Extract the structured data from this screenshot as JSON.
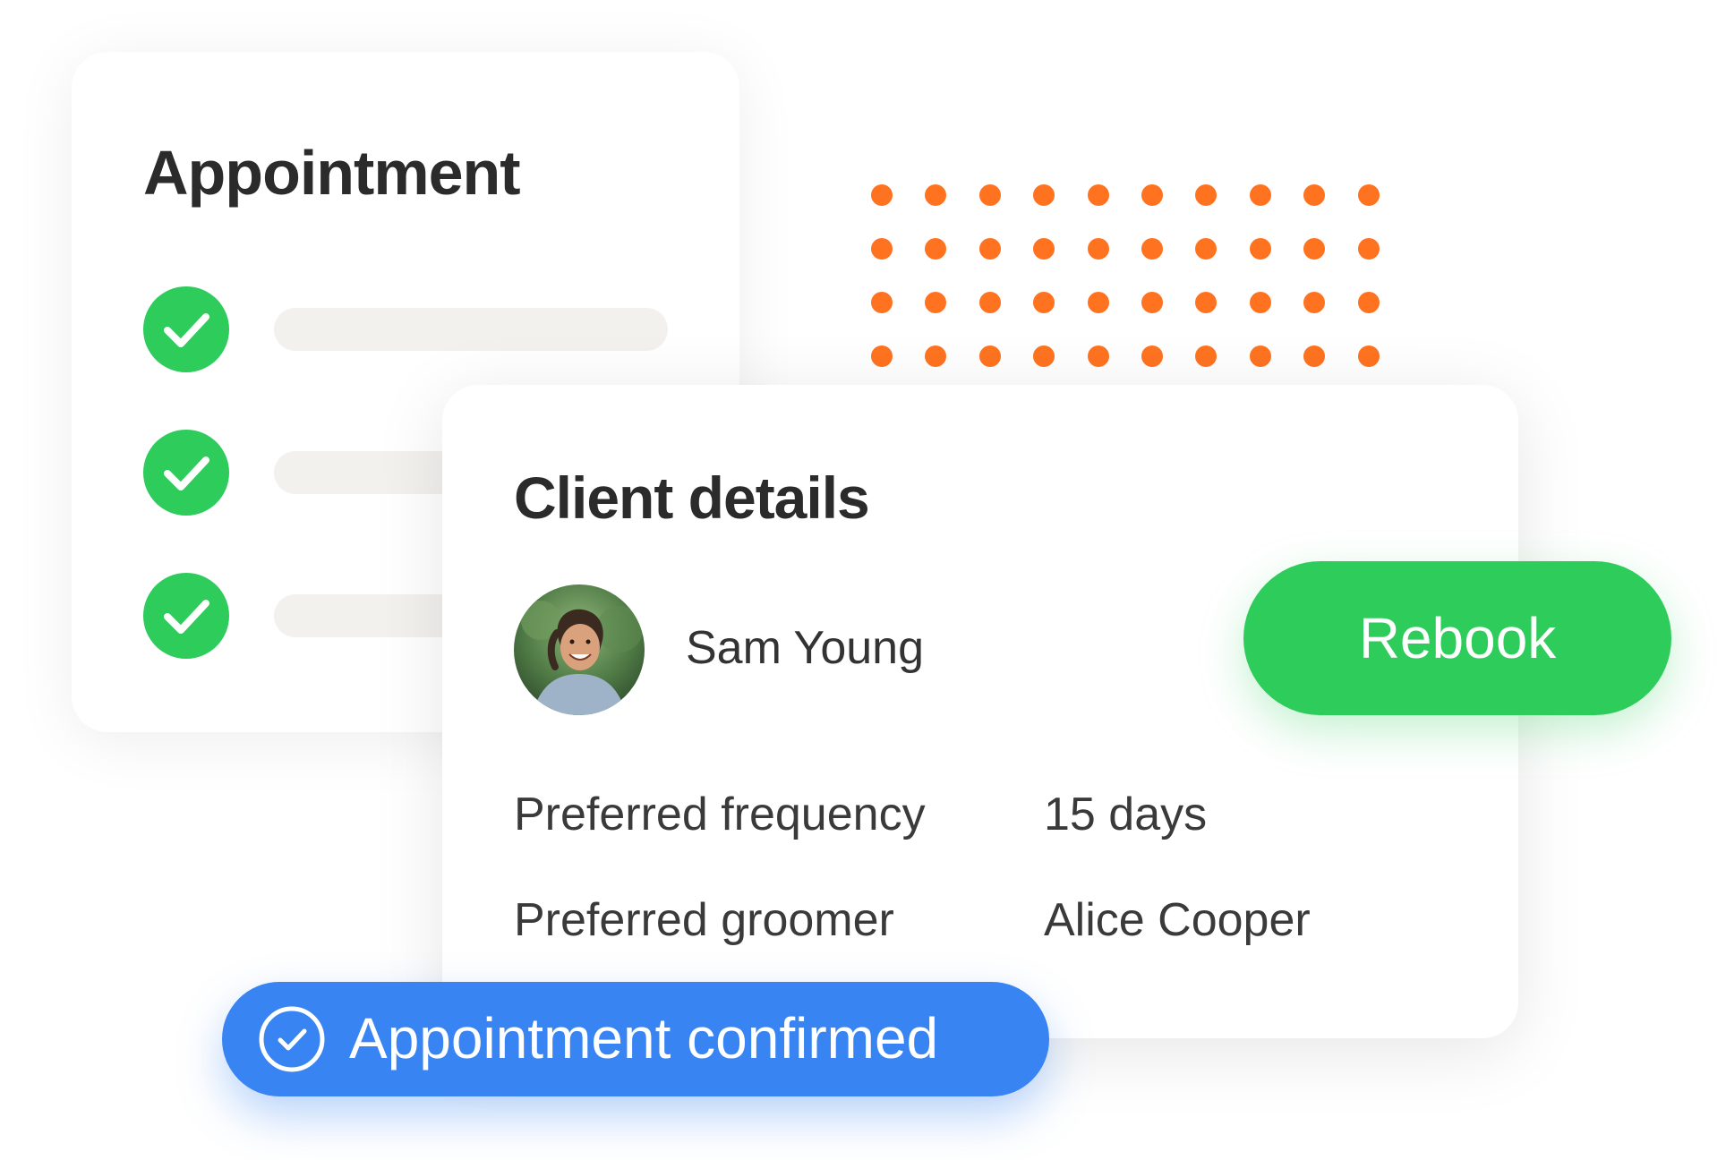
{
  "appointment_card": {
    "title": "Appointment",
    "checklist": [
      {
        "state": "checked",
        "icon": "check-icon"
      },
      {
        "state": "checked",
        "icon": "check-icon"
      },
      {
        "state": "checked",
        "icon": "check-icon"
      }
    ]
  },
  "client_card": {
    "title": "Client details",
    "client_name": "Sam Young",
    "details": [
      {
        "label": "Preferred frequency",
        "value": "15 days"
      },
      {
        "label": "Preferred groomer",
        "value": "Alice Cooper"
      }
    ]
  },
  "rebook_button": {
    "label": "Rebook"
  },
  "toast": {
    "icon": "check-circle-icon",
    "message": "Appointment confirmed"
  },
  "colors": {
    "success_green": "#2ecc5a",
    "accent_orange": "#ff7320",
    "confirm_blue": "#3784f2",
    "placeholder_gray": "#f3f1ee",
    "text_dark": "#2b2b2b"
  }
}
